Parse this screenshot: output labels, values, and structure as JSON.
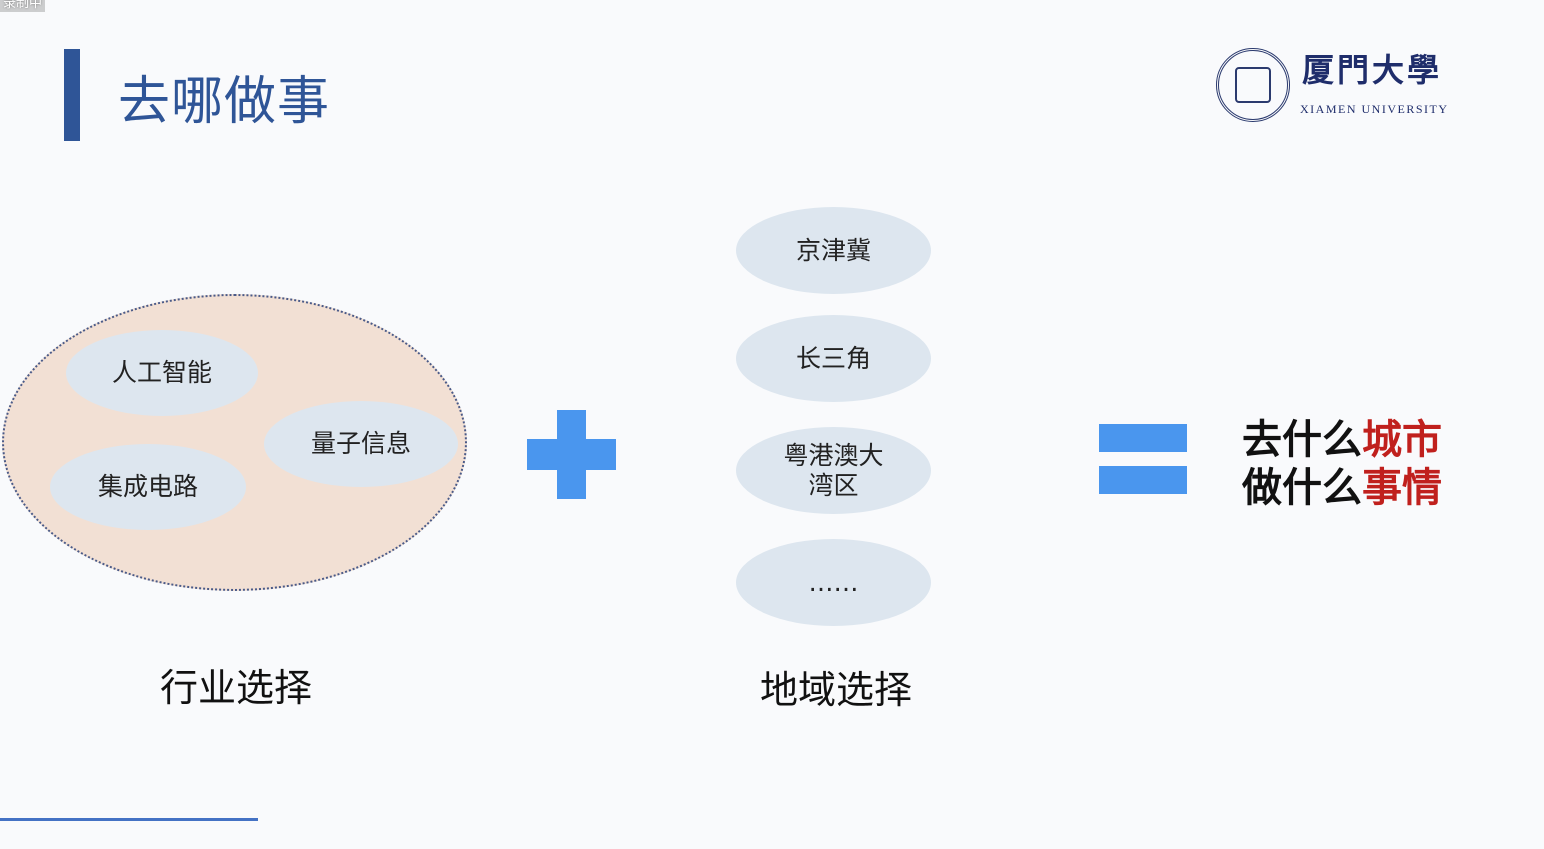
{
  "overlay": {
    "recording": "录制中"
  },
  "slide": {
    "title": "去哪做事",
    "logo": {
      "cn": "厦門大學",
      "en": "XIAMEN UNIVERSITY"
    },
    "industry": {
      "items": [
        "人工智能",
        "量子信息",
        "集成电路"
      ],
      "label": "行业选择"
    },
    "region": {
      "items": [
        "京津冀",
        "长三角",
        "粤港澳大\n湾区",
        "……"
      ],
      "label": "地域选择"
    },
    "result": {
      "line1_a": "去什么",
      "line1_b": "城市",
      "line2_a": "做什么",
      "line2_b": "事情"
    },
    "colors": {
      "accent": "#2f5597",
      "blue": "#4a96ee",
      "red": "#c0201d"
    }
  }
}
